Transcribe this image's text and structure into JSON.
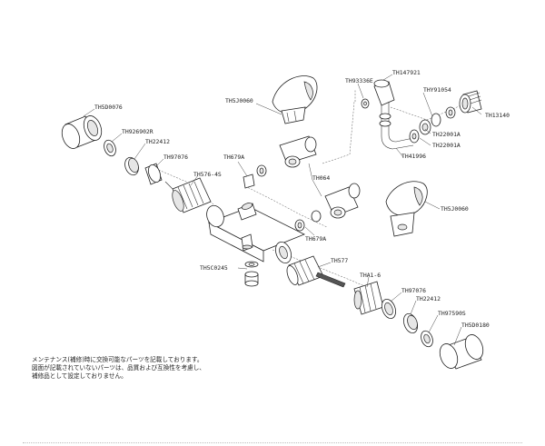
{
  "parts": {
    "th5d0076": "TH5D0076",
    "th926902r": "TH926902R",
    "th22412_a": "TH22412",
    "th97076_a": "TH97076",
    "th576_4s": "TH576-4S",
    "th5c0245": "TH5C0245",
    "th5j0060_a": "TH5J0060",
    "th679a_a": "TH679A",
    "th064": "TH064",
    "th679a_b": "TH679A",
    "th577": "TH577",
    "th93336e": "TH93336E",
    "th147921": "TH147921",
    "thy91054": "THY91054",
    "th13140": "TH13140",
    "th22001a_a": "TH22001A",
    "th22001a_b": "TH22001A",
    "th41996": "TH41996",
    "th5j0060_b": "TH5J0060",
    "tha1_6": "THA1-6",
    "th97076_b": "TH97076",
    "th22412_b": "TH22412",
    "th97590s": "TH97590S",
    "th5d0180": "TH5D0180"
  },
  "notes": {
    "line1": "メンテナンス(補修)時に交換可能なパーツを記載しております。",
    "line2": "図面が記載されていないパーツは、品質および互換性を考慮し、",
    "line3": "補修品として設定しておりません。"
  }
}
